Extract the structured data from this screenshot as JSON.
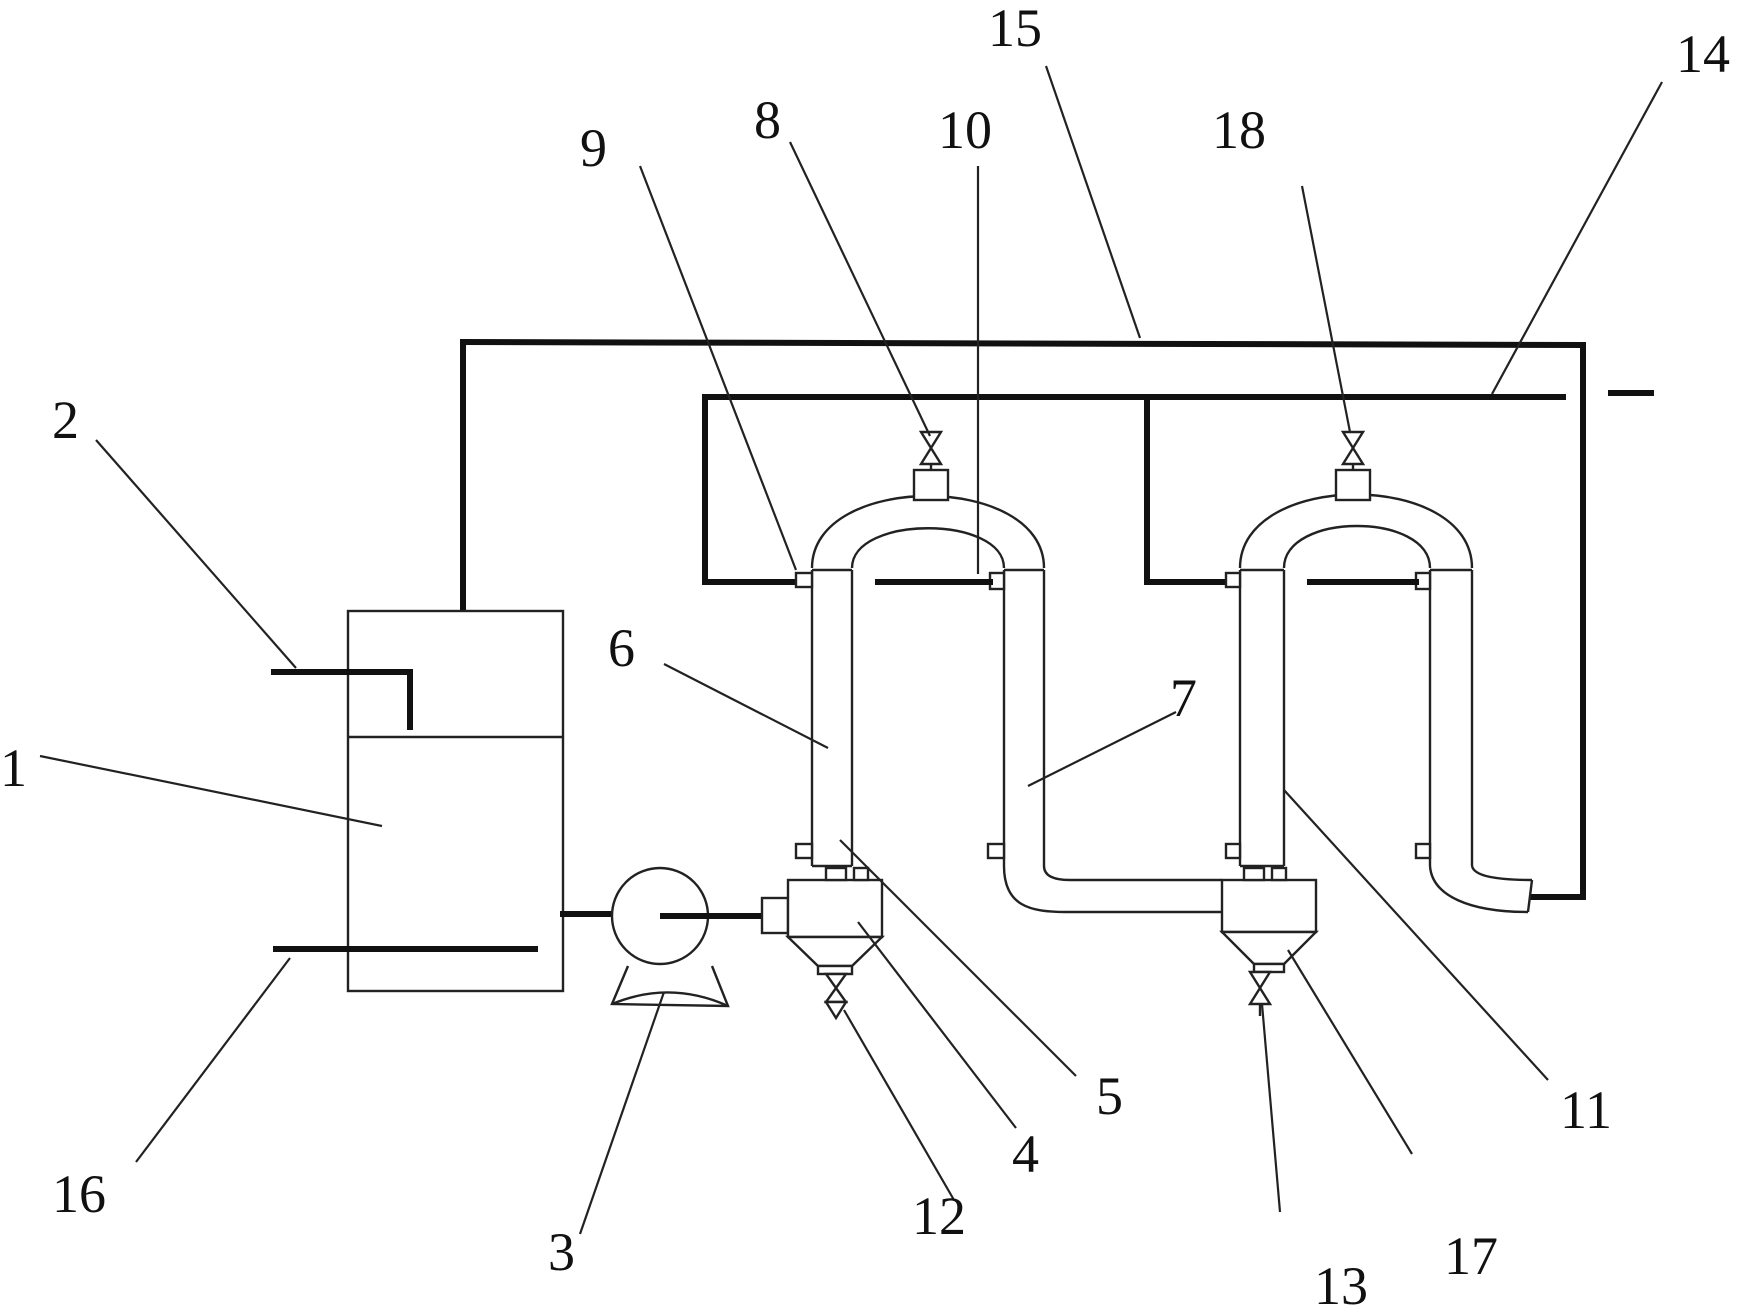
{
  "diagram": {
    "labels": {
      "l1": "1",
      "l2": "2",
      "l3": "3",
      "l4": "4",
      "l5": "5",
      "l6": "6",
      "l7": "7",
      "l8": "8",
      "l9": "9",
      "l10": "10",
      "l11": "11",
      "l12": "12",
      "l13": "13",
      "l14": "14",
      "l15": "15",
      "l16": "16",
      "l17": "17",
      "l18": "18"
    },
    "minus_sign": "—",
    "colors": {
      "line": "#111111",
      "background": "#ffffff"
    }
  }
}
